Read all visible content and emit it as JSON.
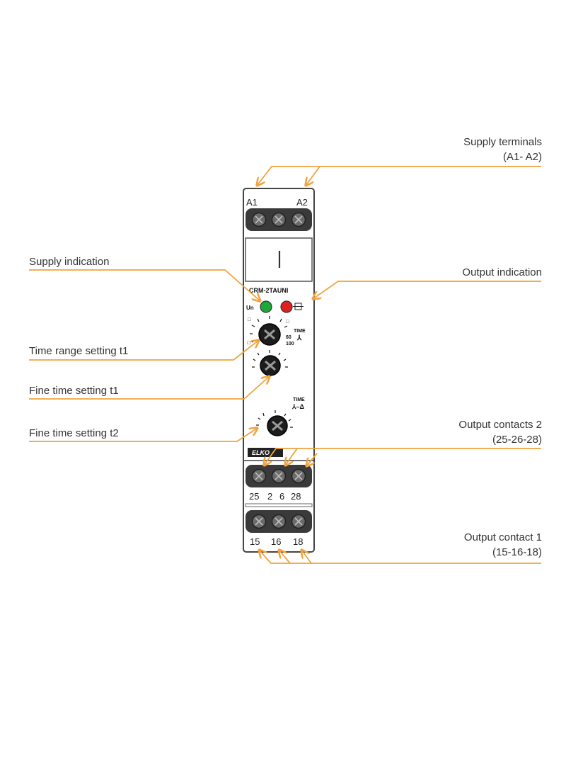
{
  "device": {
    "model": "CRM-2TAUNI",
    "brand": "ELKO",
    "supply_led_label": "Un",
    "time_label_1": "TIME",
    "time_label_2": "TIME",
    "mode_symbol_1": "⅄",
    "mode_symbol_2": "⅄–Δ",
    "top_terminals": [
      "A1",
      "A2"
    ],
    "middle_terminals": [
      "25",
      "2",
      "6",
      "28"
    ],
    "bottom_terminals": [
      "15",
      "16",
      "18"
    ],
    "colors": {
      "callout_line": "#f0a33e",
      "supply_led": "#1fa83a",
      "output_led": "#e02020",
      "housing_stroke": "#444444",
      "terminal_block": "#3a3a3a"
    }
  },
  "callouts": {
    "supply_terminals": [
      "Supply terminals",
      "(A1- A2)"
    ],
    "supply_indication": [
      "Supply indication"
    ],
    "output_indication": [
      "Output indication"
    ],
    "time_range_setting_t1": [
      "Time range setting  t1"
    ],
    "fine_time_setting_t1": [
      "Fine time setting  t1"
    ],
    "fine_time_setting_t2": [
      "Fine time setting  t2"
    ],
    "output_contacts_2": [
      "Output contacts 2",
      "(25-26-28)"
    ],
    "output_contact_1": [
      "Output contact 1",
      "(15-16-18)"
    ]
  }
}
